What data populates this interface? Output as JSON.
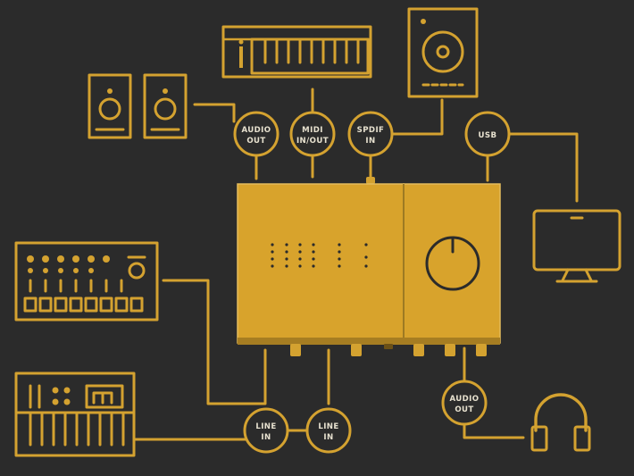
{
  "colors": {
    "background": "#2b2b2b",
    "accent": "#d4a230",
    "label_text": "#e7e1cf",
    "interface_body": "#d8a32c"
  },
  "ports": {
    "audio_out_top": {
      "line1": "AUDIO",
      "line2": "OUT"
    },
    "midi_in_out": {
      "line1": "MIDI",
      "line2": "IN/OUT"
    },
    "spdif_in": {
      "line1": "SPDIF",
      "line2": "IN"
    },
    "usb": {
      "line1": "USB"
    },
    "audio_out_bottom": {
      "line1": "AUDIO",
      "line2": "OUT"
    },
    "line_in_1": {
      "line1": "LINE",
      "line2": "IN"
    },
    "line_in_2": {
      "line1": "LINE",
      "line2": "IN"
    }
  },
  "devices": [
    {
      "id": "studio-monitors",
      "icon": "speakers-icon"
    },
    {
      "id": "midi-keyboard",
      "icon": "keyboard-icon"
    },
    {
      "id": "spdif-speaker",
      "icon": "speaker-icon"
    },
    {
      "id": "computer",
      "icon": "monitor-icon"
    },
    {
      "id": "drum-machine",
      "icon": "drum-machine-icon"
    },
    {
      "id": "synthesizer",
      "icon": "synth-icon"
    },
    {
      "id": "headphones",
      "icon": "headphones-icon"
    },
    {
      "id": "audio-interface",
      "icon": "audio-interface-icon"
    }
  ]
}
